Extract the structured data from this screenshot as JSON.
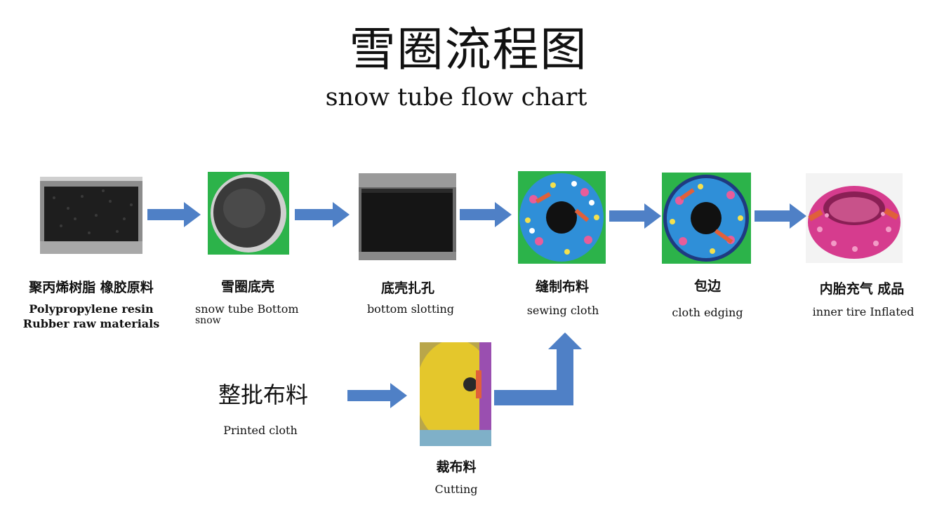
{
  "title": {
    "cn": "雪圈流程图",
    "en": "snow tube flow chart"
  },
  "steps": [
    {
      "cn": "聚丙烯树脂 橡胶原料",
      "en1": "Polypropylene resin",
      "en2": "Rubber raw materials"
    },
    {
      "cn": "雪圈底壳",
      "en1": "snow tube Bottom",
      "en2": "snow"
    },
    {
      "cn": "底壳扎孔",
      "en1": "bottom slotting"
    },
    {
      "cn": "缝制布料",
      "en1": "sewing cloth"
    },
    {
      "cn": "包边",
      "en1": "cloth edging"
    },
    {
      "cn": "内胎充气 成品",
      "en1": "inner tire Inflated"
    }
  ],
  "branch": {
    "source": {
      "cn": "整批布料",
      "en": "Printed cloth"
    },
    "cutting": {
      "cn": "裁布料",
      "en": "Cutting"
    }
  },
  "colors": {
    "arrow": "#4f80c6",
    "green_bg": "#2cb34a",
    "pink": "#d63c8e",
    "blue_cloth": "#2f8fd8",
    "yellow_cloth": "#e4c72c"
  }
}
